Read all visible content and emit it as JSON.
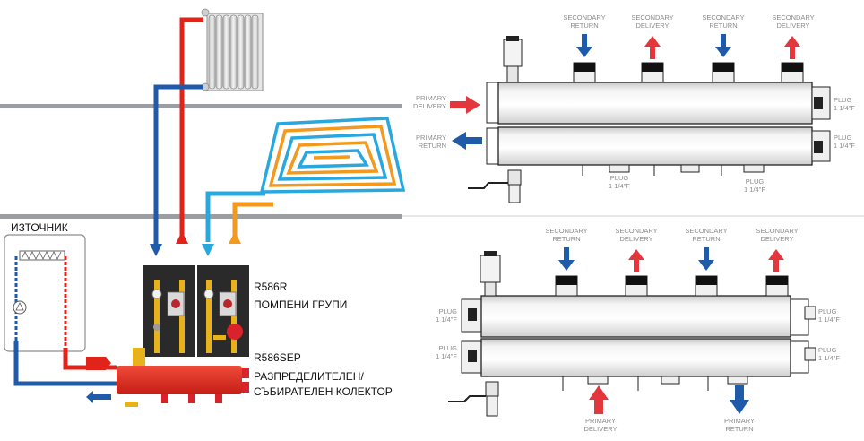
{
  "left": {
    "source_label": "ИЗТОЧНИК",
    "pump_code": "R586R",
    "pump_label": "ПОМПЕНИ ГРУПИ",
    "separator_code": "R586SEP",
    "separator_label_1": "РАЗПРЕДЕЛИТЕЛЕН/",
    "separator_label_2": "СЪБИРАТЕЛЕН КОЛЕКТОР"
  },
  "top_manifold": {
    "secondary_labels": [
      "SECONDARY\nRETURN",
      "SECONDARY\nDELIVERY",
      "SECONDARY\nRETURN",
      "SECONDARY\nDELIVERY"
    ],
    "primary_delivery": "PRIMARY\nDELIVERY",
    "primary_return": "PRIMARY\nRETURN",
    "plug_right_top": "PLUG\n1 1/4\"F",
    "plug_right_bottom": "PLUG\n1 1/4\"F",
    "plug_bottom_1": "PLUG\n1 1/4\"F",
    "plug_bottom_2": "PLUG\n1 1/4\"F"
  },
  "bottom_manifold": {
    "secondary_labels": [
      "SECONDARY\nRETURN",
      "SECONDARY\nDELIVERY",
      "SECONDARY\nRETURN",
      "SECONDARY\nDELIVERY"
    ],
    "plug_left_top": "PLUG\n1 1/4\"F",
    "plug_left_bottom": "PLUG\n1 1/4\"F",
    "plug_right_top": "PLUG\n1 1/4\"F",
    "plug_right_bottom": "PLUG\n1 1/4\"F",
    "primary_delivery": "PRIMARY\nDELIVERY",
    "primary_return": "PRIMARY\nRETURN"
  },
  "colors": {
    "supply_red": "#e2231a",
    "return_blue": "#1f5ba8",
    "floor_cyan": "#29a8df",
    "floor_orange": "#f39a1e",
    "floor_line": "#9a9ea3",
    "brass": "#e7b21c",
    "arrow_blue": "#1f5ba8",
    "arrow_red": "#e4373d"
  },
  "icons": [
    "radiator-icon",
    "floor-heating-coil-icon",
    "boiler-icon",
    "pump-icon",
    "air-vent-icon",
    "drain-valve-icon"
  ]
}
